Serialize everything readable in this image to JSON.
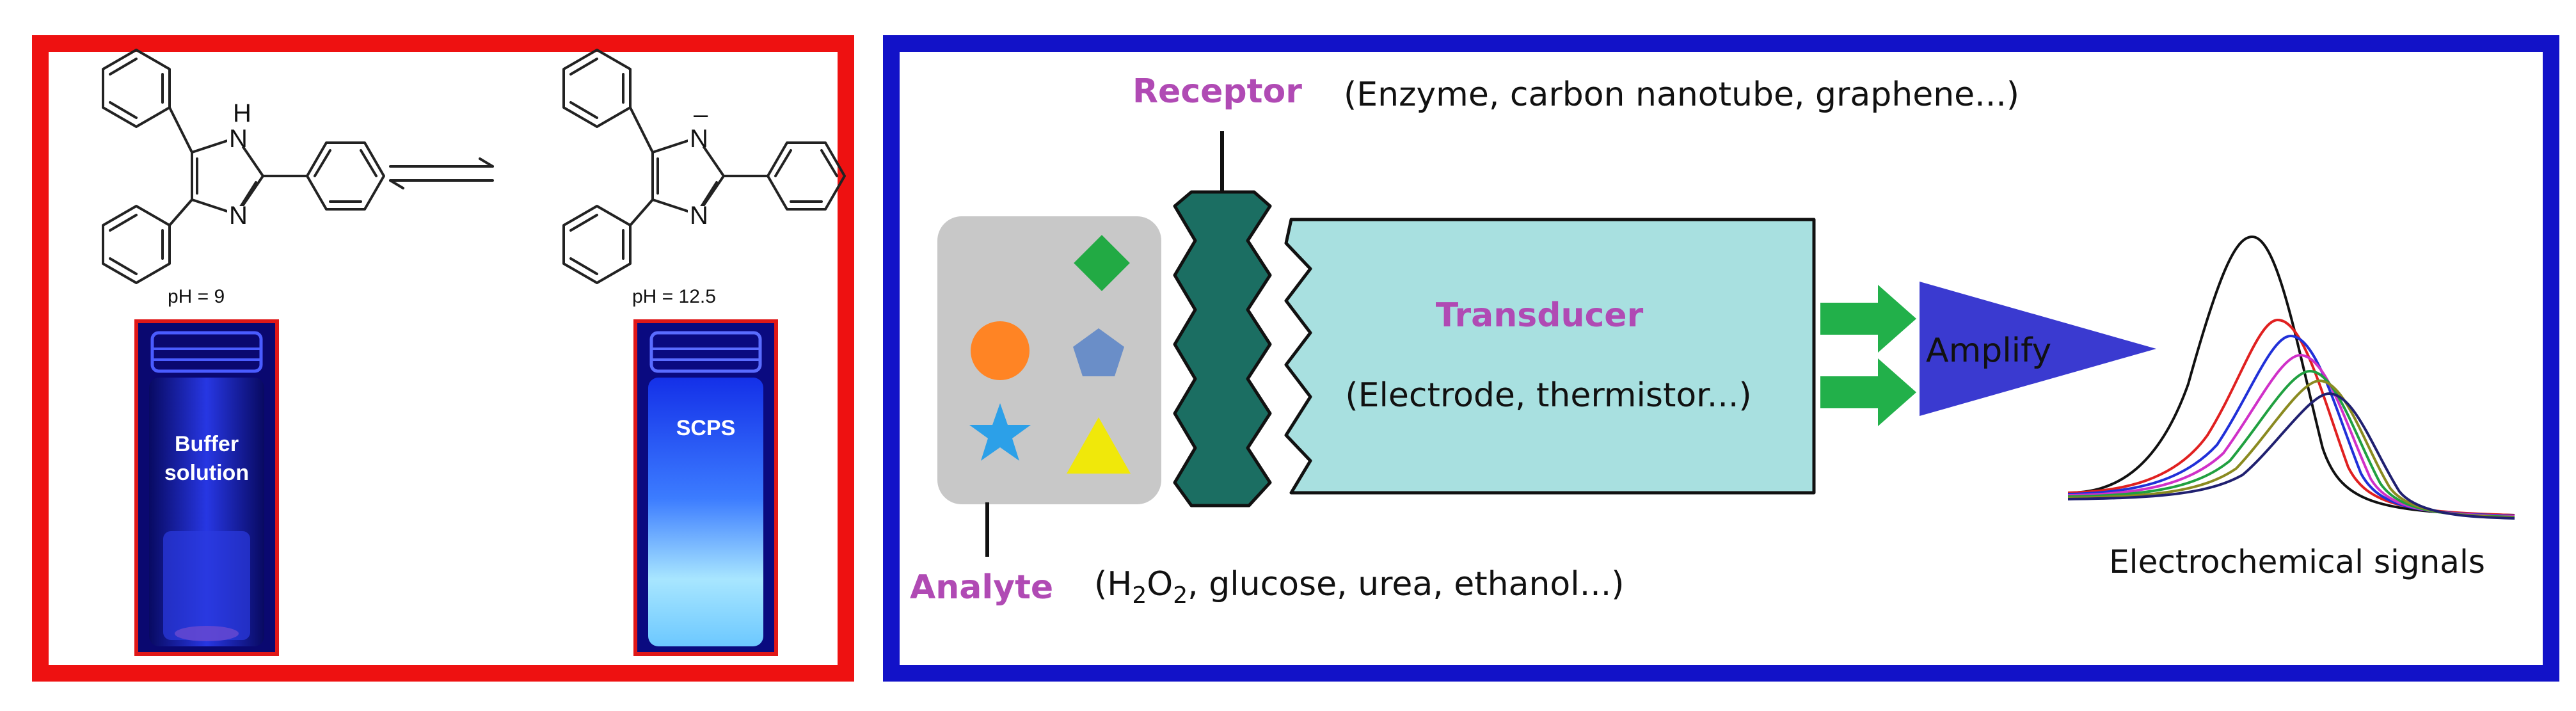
{
  "left_panel": {
    "ph_left": "pH = 9",
    "ph_right": "pH = 12.5",
    "vial_left_line1": "Buffer",
    "vial_left_line2": "solution",
    "vial_right": "SCPS",
    "atom_nh": "H",
    "atom_n": "N",
    "atom_charge": "–"
  },
  "right_panel": {
    "receptor_label": "Receptor",
    "receptor_examples": "(Enzyme, carbon nanotube, graphene...)",
    "transducer_label": "Transducer",
    "transducer_examples": "(Electrode, thermistor...)",
    "amplify_label": "Amplify",
    "signals_label": "Electrochemical signals",
    "analyte_label": "Analyte",
    "analyte_examples_prefix": "(H",
    "analyte_examples_sub": "2",
    "analyte_examples_mid": "O",
    "analyte_examples_suffix": ", glucose, urea, ethanol...)"
  },
  "colors": {
    "left_border": "#ee1111",
    "right_border": "#1212c8",
    "label_magenta": "#b04ab4",
    "receptor_fill": "#1b6e62",
    "transducer_fill": "#a8e0e0",
    "amplify_fill": "#3a3ad0",
    "arrow_green": "#22b04a"
  }
}
